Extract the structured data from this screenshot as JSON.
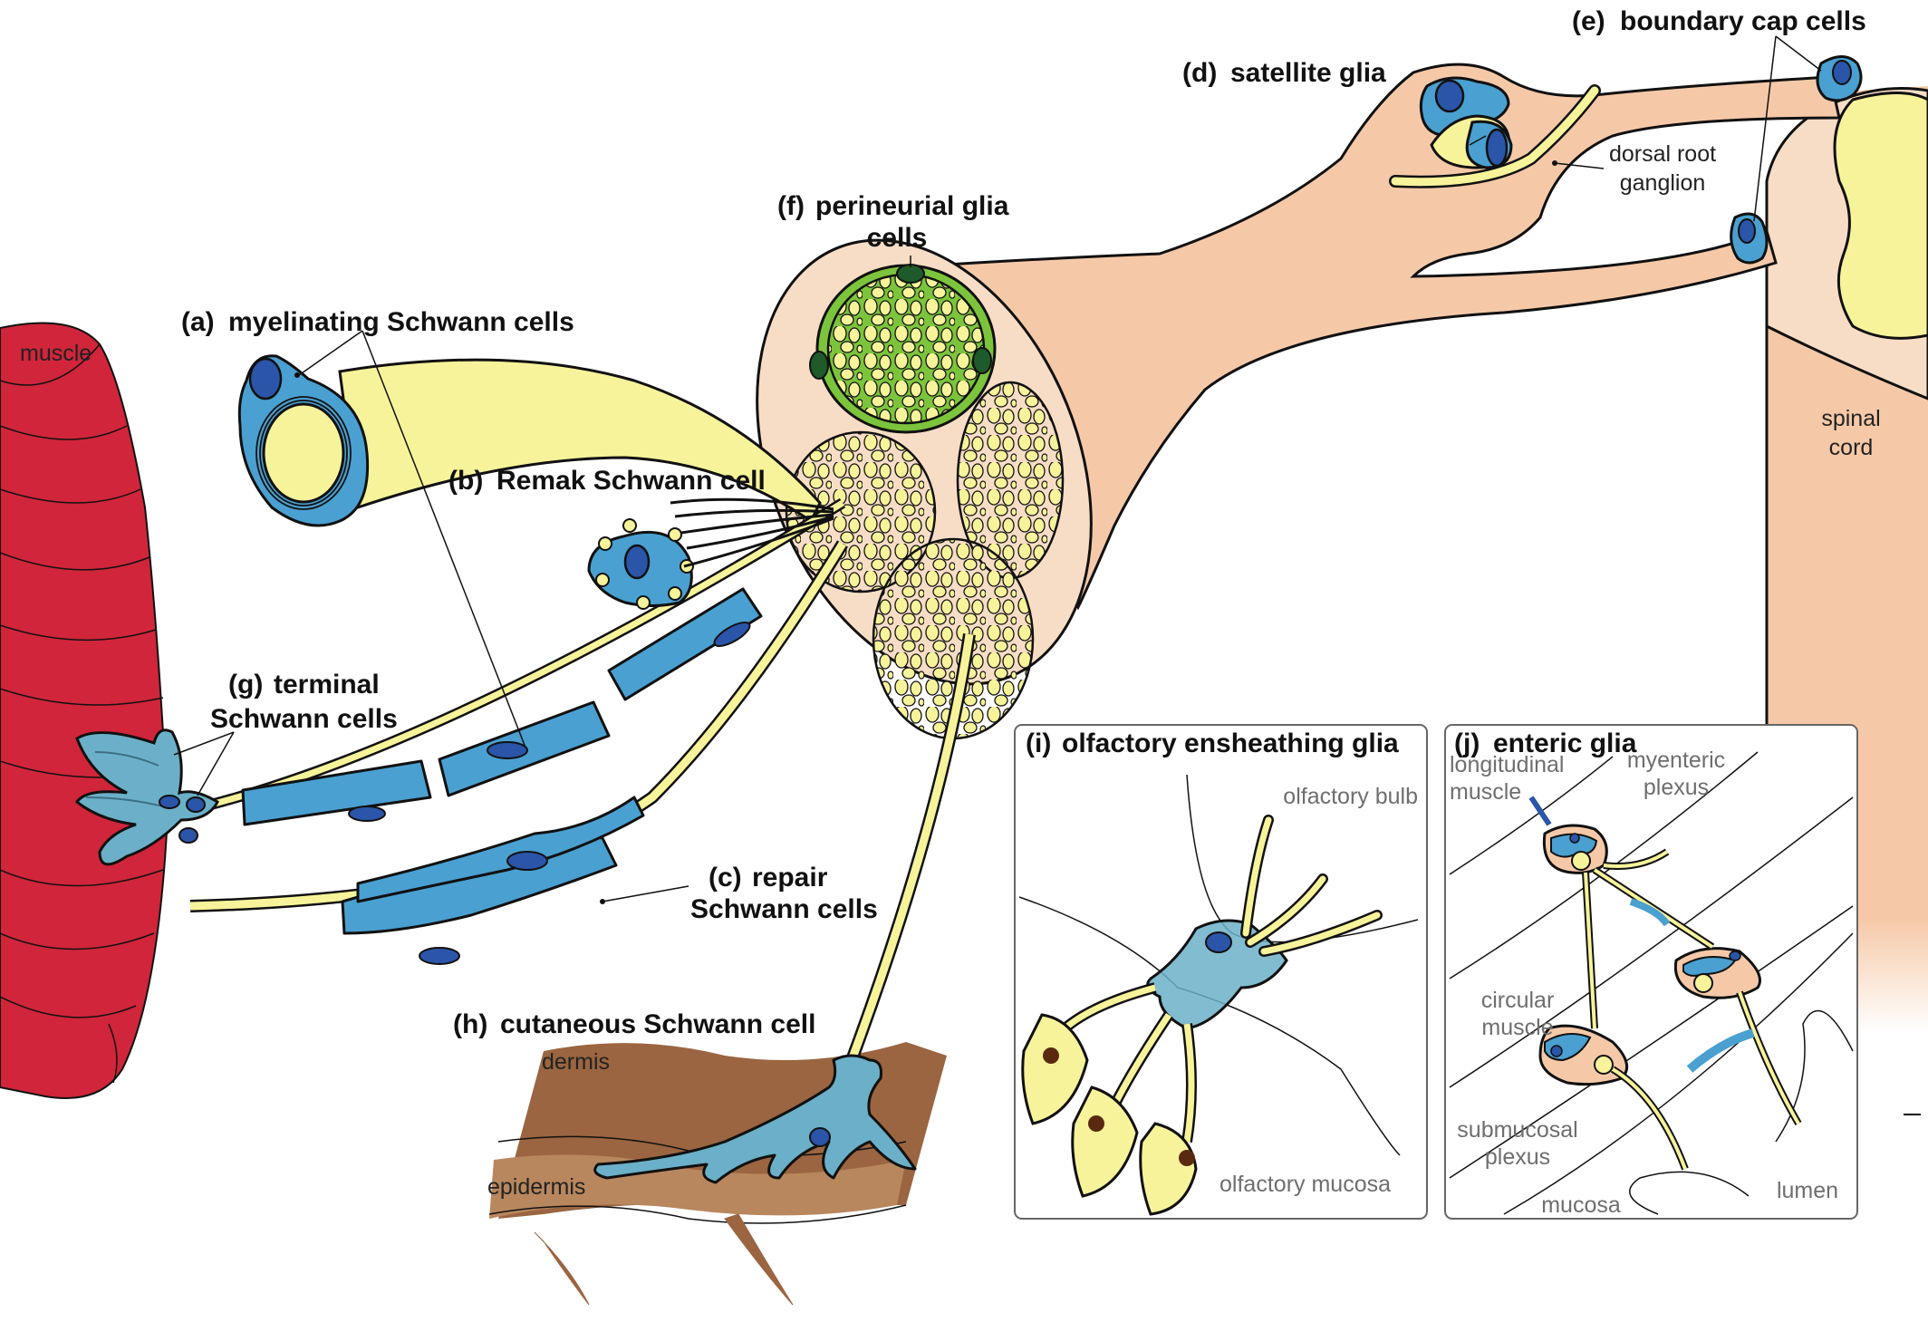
{
  "figure": {
    "title": "Types of peripheral glia",
    "colors": {
      "muscle": "#d0253a",
      "axon": "#f7f39a",
      "schwann": "#4aa0d0",
      "nucleus": "#2a55a8",
      "perineurium_green": "#7cc43c",
      "perineurium_dark": "#1f5a2a",
      "nerve_tissue": "#f5c9a8",
      "nerve_sheath": "#f8ddc6",
      "dermis": "#9a6540",
      "epidermis": "#b8875e",
      "terminal_schwann": "#6bb0c8"
    }
  },
  "labels": {
    "a": {
      "letter": "(a)",
      "text": "myelinating Schwann cells"
    },
    "b": {
      "letter": "(b)",
      "text": "Remak Schwann cell"
    },
    "c": {
      "letter": "(c)",
      "line1": "repair",
      "line2": "Schwann cells"
    },
    "d": {
      "letter": "(d)",
      "text": "satellite glia"
    },
    "e": {
      "letter": "(e)",
      "text": "boundary cap cells"
    },
    "f": {
      "letter": "(f)",
      "line1": "perineurial glia",
      "line2": "cells"
    },
    "g": {
      "letter": "(g)",
      "line1": "terminal",
      "line2": "Schwann cells"
    },
    "h": {
      "letter": "(h)",
      "text": "cutaneous Schwann cell"
    }
  },
  "tissues": {
    "muscle": "muscle",
    "dorsal_root_ganglion": [
      "dorsal root",
      "ganglion"
    ],
    "spinal_cord": [
      "spinal",
      "cord"
    ],
    "dermis": "dermis",
    "epidermis": "epidermis"
  },
  "inset_i": {
    "letter": "(i)",
    "title": "olfactory ensheathing glia",
    "olfactory_bulb": "olfactory bulb",
    "olfactory_mucosa": "olfactory mucosa"
  },
  "inset_j": {
    "letter": "(j)",
    "title": "enteric glia",
    "longitudinal_muscle": [
      "longitudinal",
      "muscle"
    ],
    "myenteric_plexus": [
      "myenteric",
      "plexus"
    ],
    "circular_muscle": [
      "circular",
      "muscle"
    ],
    "submucosal_plexus": [
      "submucosal",
      "plexus"
    ],
    "mucosa": "mucosa",
    "lumen": "lumen"
  }
}
